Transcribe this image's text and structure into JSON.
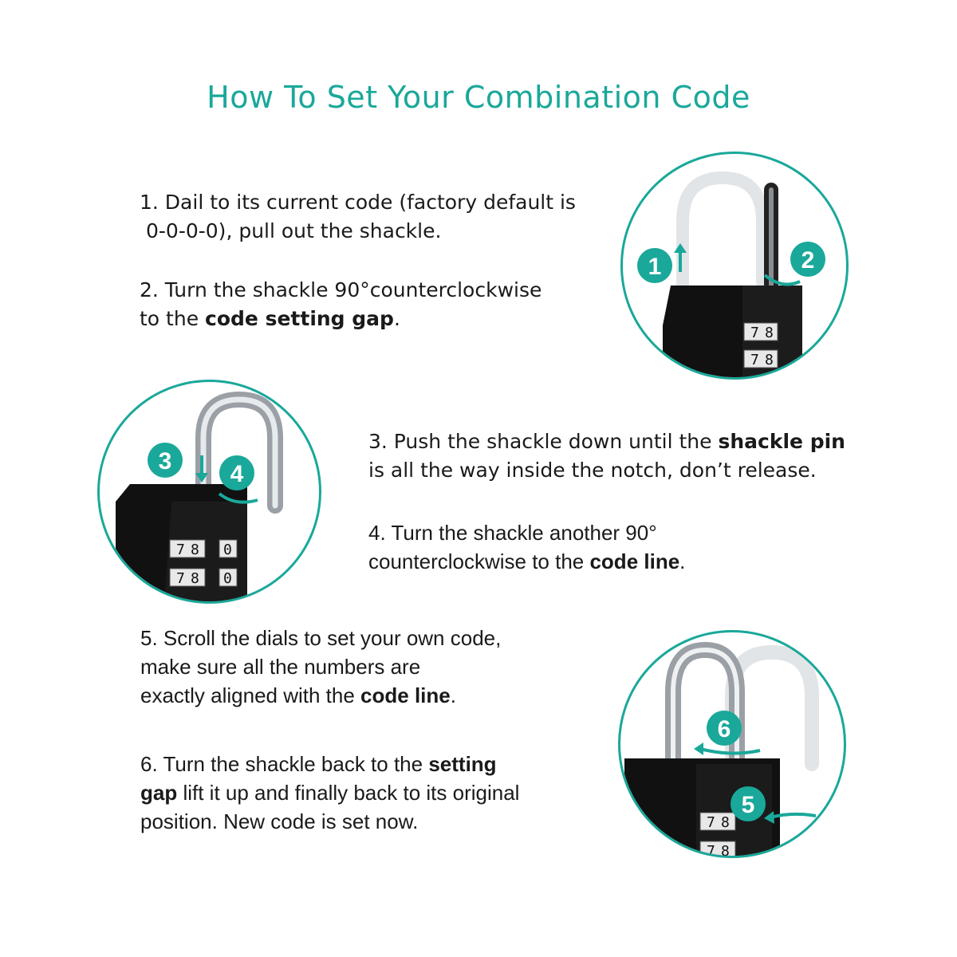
{
  "title": "How To Set Your Combination Code",
  "steps": {
    "s1": {
      "line1": "1. Dail to its current code (factory default is",
      "line2": "0-0-0-0), pull out the shackle."
    },
    "s2": {
      "line1": "2. Turn the shackle 90°counterclockwise",
      "line2_pre": "to the ",
      "line2_bold": "code setting gap",
      "line2_post": "."
    },
    "s3": {
      "line1_pre": "3. Push the shackle down until the ",
      "line1_bold": "shackle pin",
      "line2": "is all the way inside the notch, don’t release."
    },
    "s4": {
      "line1": "4. Turn the shackle another 90°",
      "line2_pre": "counterclockwise to the ",
      "line2_bold": "code line",
      "line2_post": "."
    },
    "s5": {
      "line1": "5. Scroll the dials to set your own code,",
      "line2": "make sure all the numbers are",
      "line3_pre": "exactly aligned with the ",
      "line3_bold": "code line",
      "line3_post": "."
    },
    "s6": {
      "line1_pre": "6. Turn the shackle back to the ",
      "line1_bold": "setting",
      "line2_bold": "gap",
      "line2_post": " lift it up and finally back to its original",
      "line3": "position. New code is set now."
    }
  },
  "badges": {
    "b1": "1",
    "b2": "2",
    "b3": "3",
    "b4": "4",
    "b5": "5",
    "b6": "6"
  },
  "dials": {
    "d7": "7",
    "d8": "8",
    "d0": "0"
  },
  "colors": {
    "accent": "#1aa89a",
    "lock_body": "#111111",
    "shackle": "#b9bcc0"
  },
  "icons": [
    "padlock-icon",
    "arrow-up-icon",
    "curved-arrow-icon",
    "arrow-down-icon"
  ]
}
